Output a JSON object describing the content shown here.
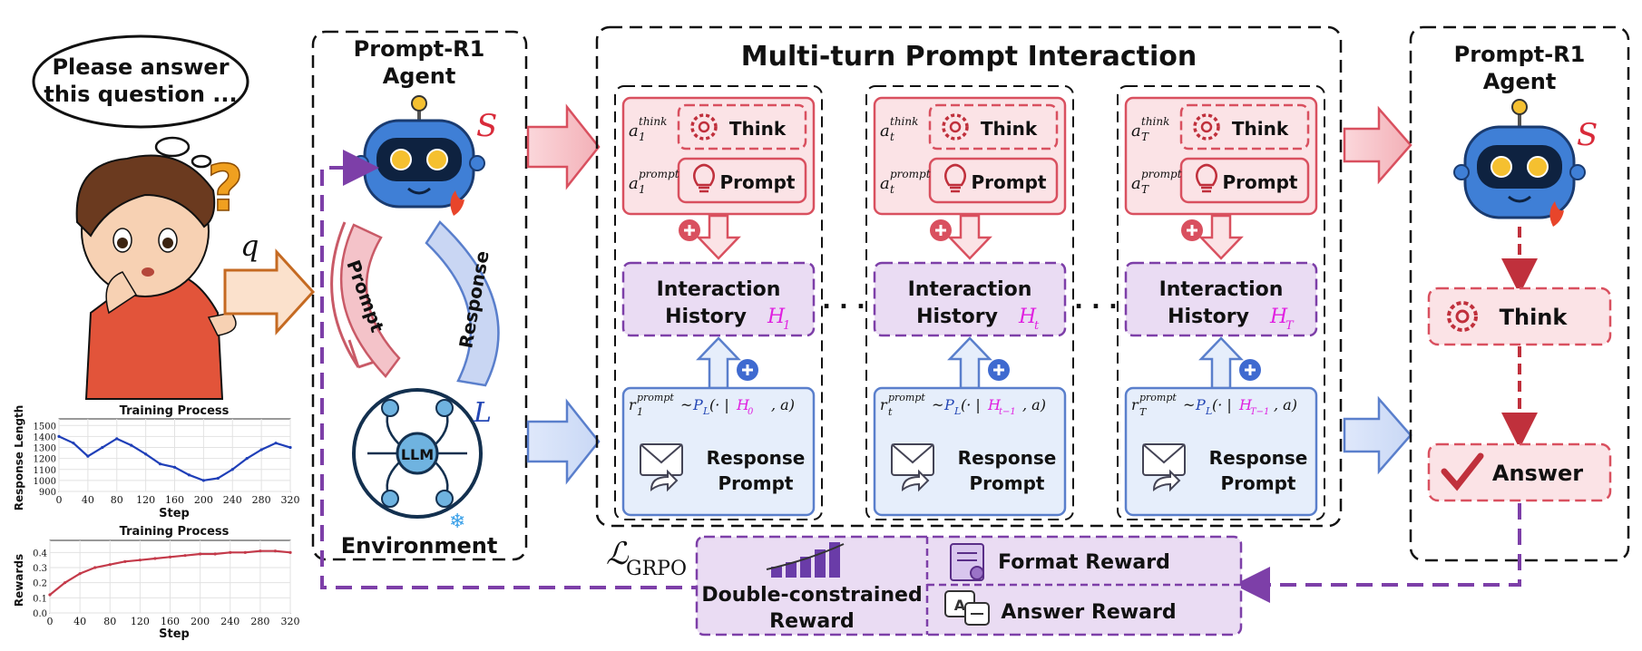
{
  "speech_bubble": {
    "line1": "Please answer",
    "line2": "this question ..."
  },
  "query_label": "q",
  "agent_left": {
    "title1": "Prompt-R1",
    "title2": "Agent",
    "symbol": "S"
  },
  "cycle": {
    "prompt_label": "Prompt",
    "response_label": "Response"
  },
  "environment": {
    "label": "Environment",
    "llm_label": "LLM",
    "symbol": "L"
  },
  "interaction": {
    "title": "Multi-turn Prompt Interaction",
    "think_label": "Think",
    "prompt_label": "Prompt",
    "history_line1": "Interaction",
    "history_line2": "History",
    "response_line1": "Response",
    "response_line2": "Prompt",
    "dots": ". . .",
    "columns": [
      {
        "a_sub": "1",
        "h_sub": "1",
        "h_prev": "0",
        "r_sub": "1"
      },
      {
        "a_sub": "t",
        "h_sub": "t",
        "h_prev": "t−1",
        "r_sub": "t"
      },
      {
        "a_sub": "T",
        "h_sub": "T",
        "h_prev": "T−1",
        "r_sub": "T"
      }
    ],
    "sup_think": "think",
    "sup_prompt": "prompt"
  },
  "agent_right": {
    "title1": "Prompt-R1",
    "title2": "Agent",
    "symbol": "S",
    "think_label": "Think",
    "answer_label": "Answer"
  },
  "reward": {
    "loss_label": "GRPO",
    "main_line1": "Double-constrained",
    "main_line2": "Reward",
    "format_label": "Format Reward",
    "answer_label": "Answer Reward"
  },
  "colors": {
    "red": "#d9505f",
    "red_fill": "#fbe3e6",
    "blue": "#5a7fcc",
    "blue_fill": "#e6eefb",
    "purple": "#7d3fa8",
    "purple_fill": "#eadcf3",
    "magenta": "#e020e0"
  },
  "chart_top": {
    "type": "line",
    "title": "Training Process",
    "xlabel": "Step",
    "ylabel": "Response Length",
    "x_ticks": [
      0,
      40,
      80,
      120,
      160,
      200,
      240,
      280,
      320
    ],
    "y_ticks": [
      900,
      1000,
      1100,
      1200,
      1300,
      1400,
      1500
    ],
    "xlim": [
      0,
      320
    ],
    "ylim": [
      900,
      1560
    ],
    "x": [
      0,
      20,
      40,
      60,
      80,
      100,
      120,
      140,
      160,
      180,
      200,
      220,
      240,
      260,
      280,
      300,
      320
    ],
    "y": [
      1400,
      1340,
      1220,
      1300,
      1380,
      1320,
      1240,
      1150,
      1120,
      1050,
      1000,
      1020,
      1100,
      1200,
      1280,
      1340,
      1300
    ]
  },
  "chart_bottom": {
    "type": "line",
    "title": "Training Process",
    "xlabel": "Step",
    "ylabel": "Rewards",
    "x_ticks": [
      0,
      40,
      80,
      120,
      160,
      200,
      240,
      280,
      320
    ],
    "y_ticks": [
      0.0,
      0.1,
      0.2,
      0.3,
      0.4
    ],
    "xlim": [
      0,
      320
    ],
    "ylim": [
      0.0,
      0.48
    ],
    "x": [
      0,
      20,
      40,
      60,
      80,
      100,
      120,
      140,
      160,
      180,
      200,
      220,
      240,
      260,
      280,
      300,
      320
    ],
    "y": [
      0.12,
      0.2,
      0.26,
      0.3,
      0.32,
      0.34,
      0.35,
      0.36,
      0.37,
      0.38,
      0.39,
      0.39,
      0.4,
      0.4,
      0.41,
      0.41,
      0.4
    ]
  }
}
